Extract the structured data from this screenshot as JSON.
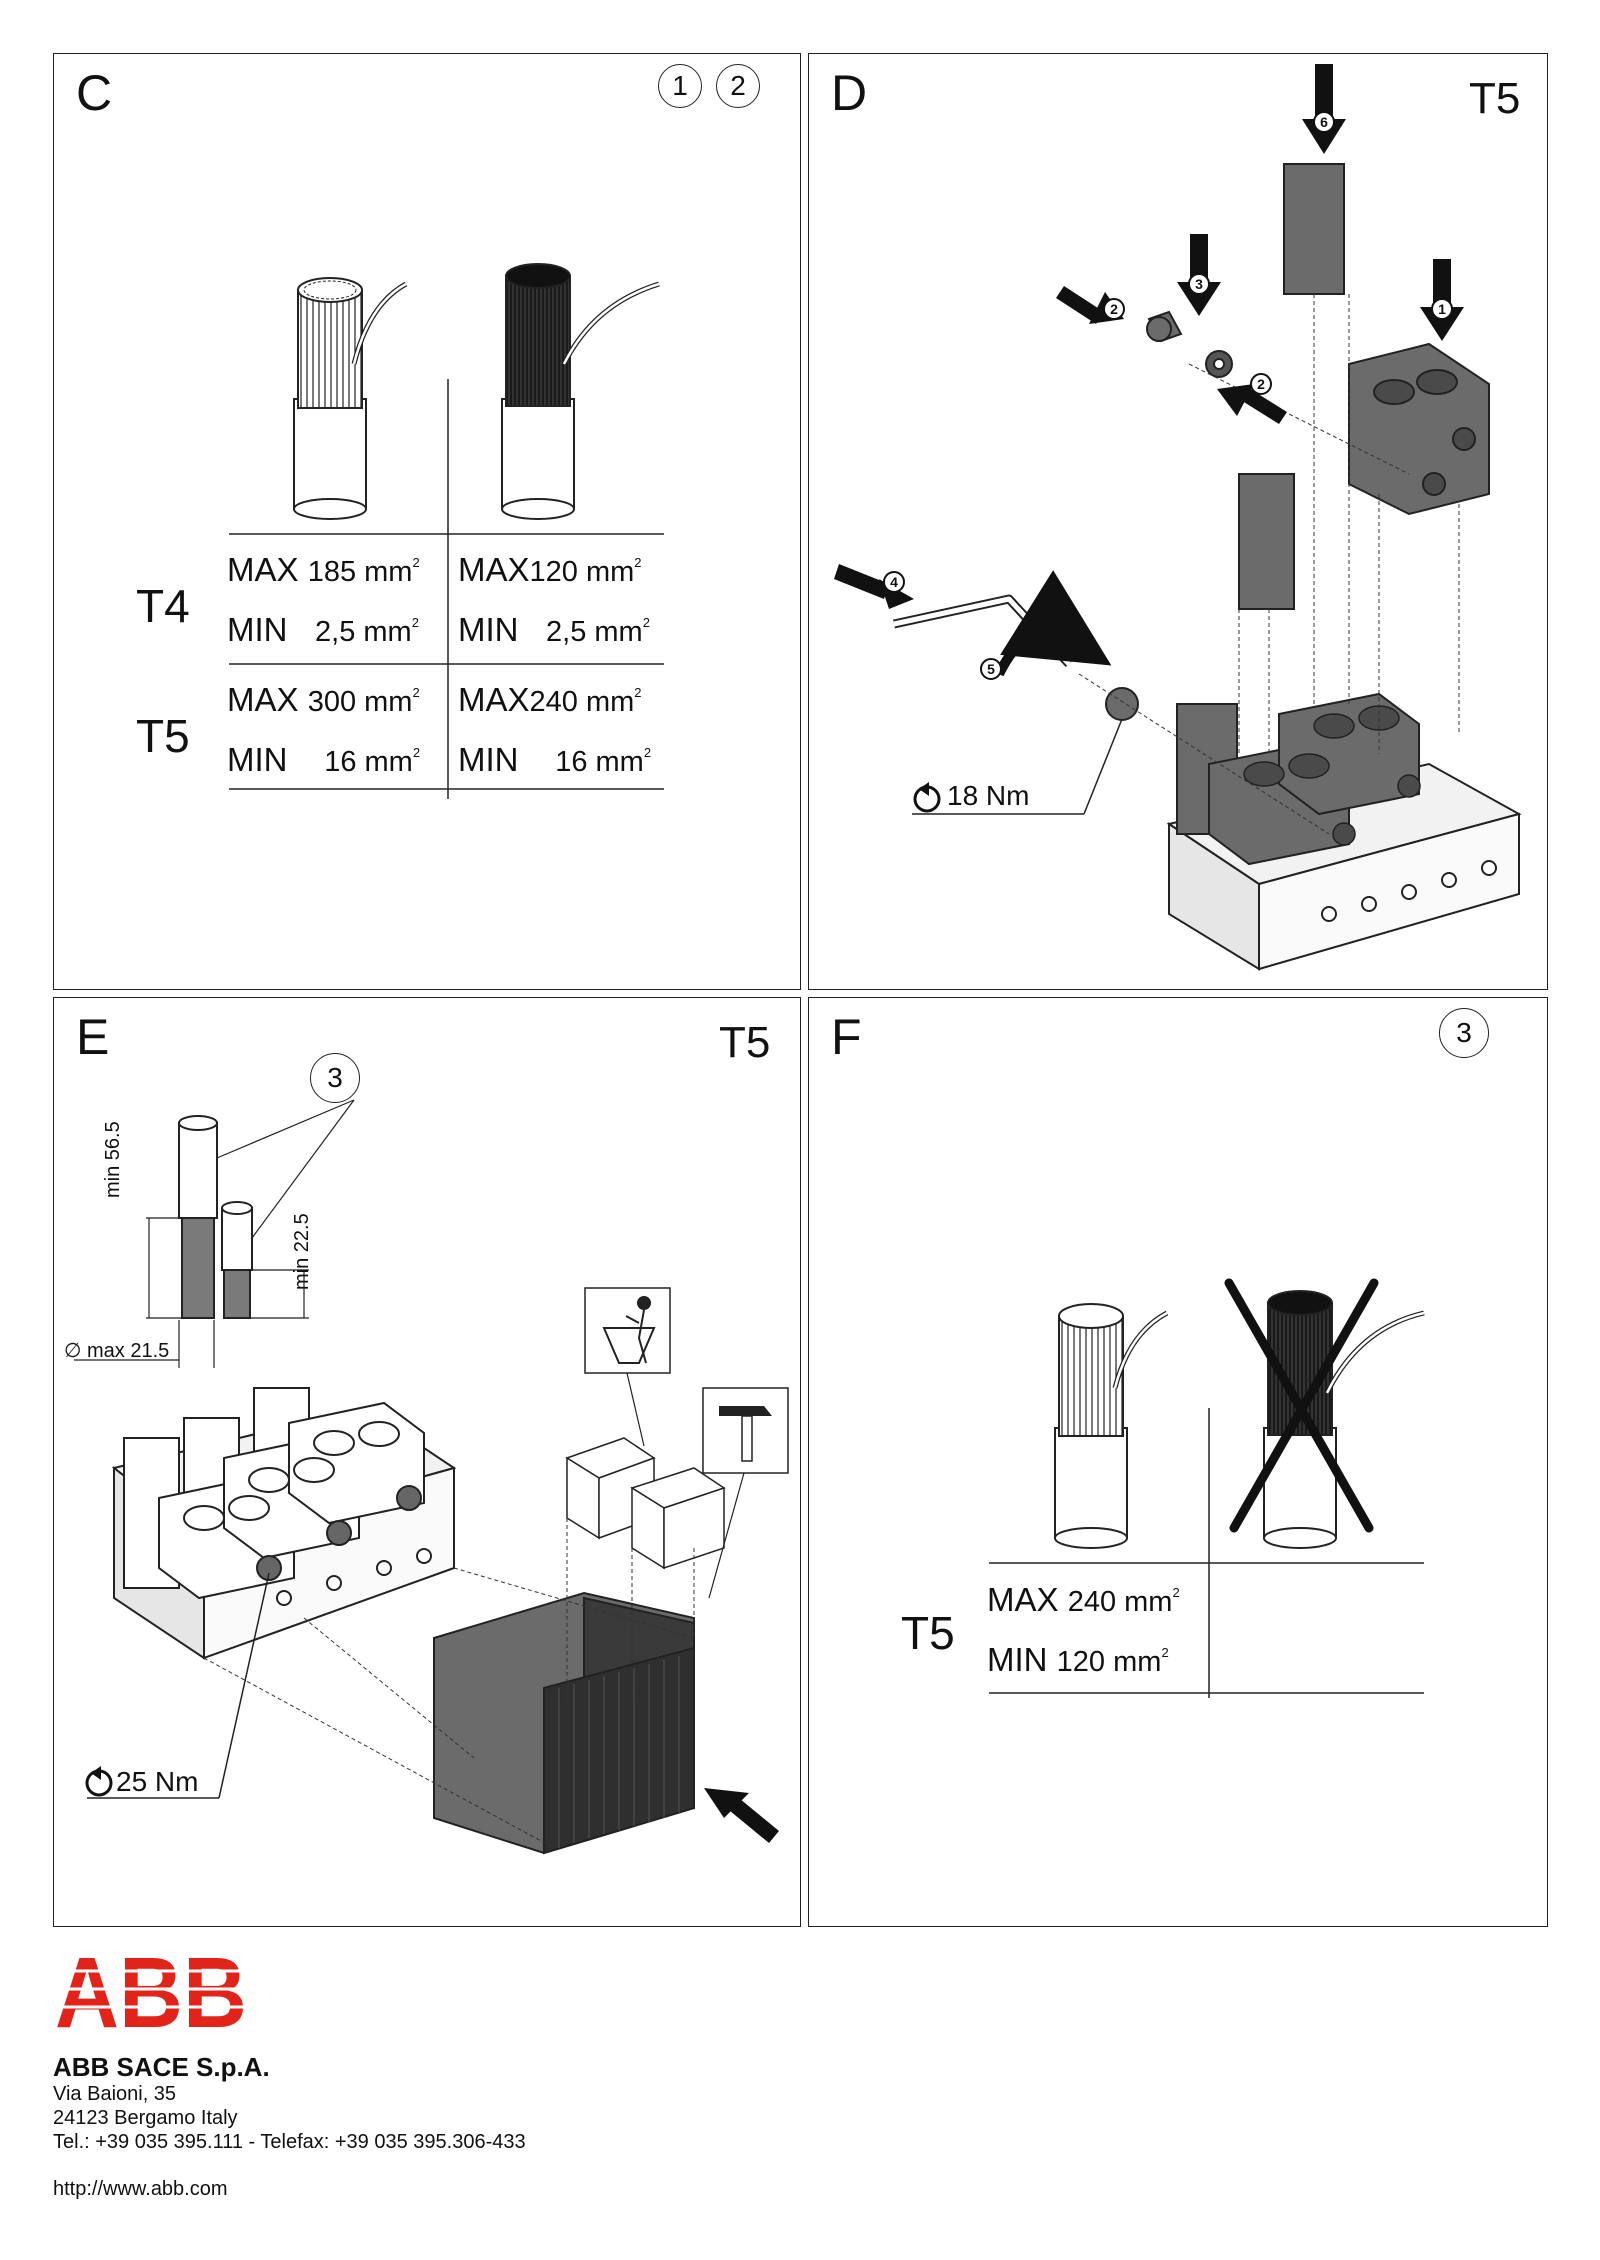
{
  "panels": {
    "c": {
      "letter": "C",
      "badges": [
        "1",
        "2"
      ],
      "rows": [
        {
          "model": "T4",
          "max_label": "MAX",
          "max_left": "185 mm",
          "max_right": "120 mm",
          "min_label": "MIN",
          "min_left": "2,5 mm",
          "min_right": "2,5 mm"
        },
        {
          "model": "T5",
          "max_label": "MAX",
          "max_left": "300 mm",
          "max_right": "240 mm",
          "min_label": "MIN",
          "min_left": "16 mm",
          "min_right": "16 mm"
        }
      ],
      "unit_exponent": "2"
    },
    "d": {
      "letter": "D",
      "model": "T5",
      "steps": [
        "1",
        "2",
        "2",
        "3",
        "4",
        "5",
        "6"
      ],
      "torque": "18 Nm"
    },
    "e": {
      "letter": "E",
      "model": "T5",
      "callout": "3",
      "dim_long": "min 56.5",
      "dim_short": "min 22.5",
      "dim_diameter": "∅ max 21.5",
      "torque": "25 Nm",
      "icons": [
        "recycle-bin-icon",
        "hammer-icon"
      ]
    },
    "f": {
      "letter": "F",
      "callout": "3",
      "model": "T5",
      "max_label": "MAX",
      "max_value": "240 mm",
      "min_label": "MIN",
      "min_value": "120 mm",
      "unit_exponent": "2"
    }
  },
  "footer": {
    "logo": "ABB",
    "company": "ABB SACE S.p.A.",
    "address_line1": "Via Baioni, 35",
    "address_line2": "24123 Bergamo Italy",
    "phone_line": "Tel.: +39 035 395.111 - Telefax: +39 035 395.306-433",
    "website": "http://www.abb.com"
  },
  "colors": {
    "brand_red": "#e2231a",
    "part_grey": "#6b6b6b",
    "line": "#222222"
  }
}
